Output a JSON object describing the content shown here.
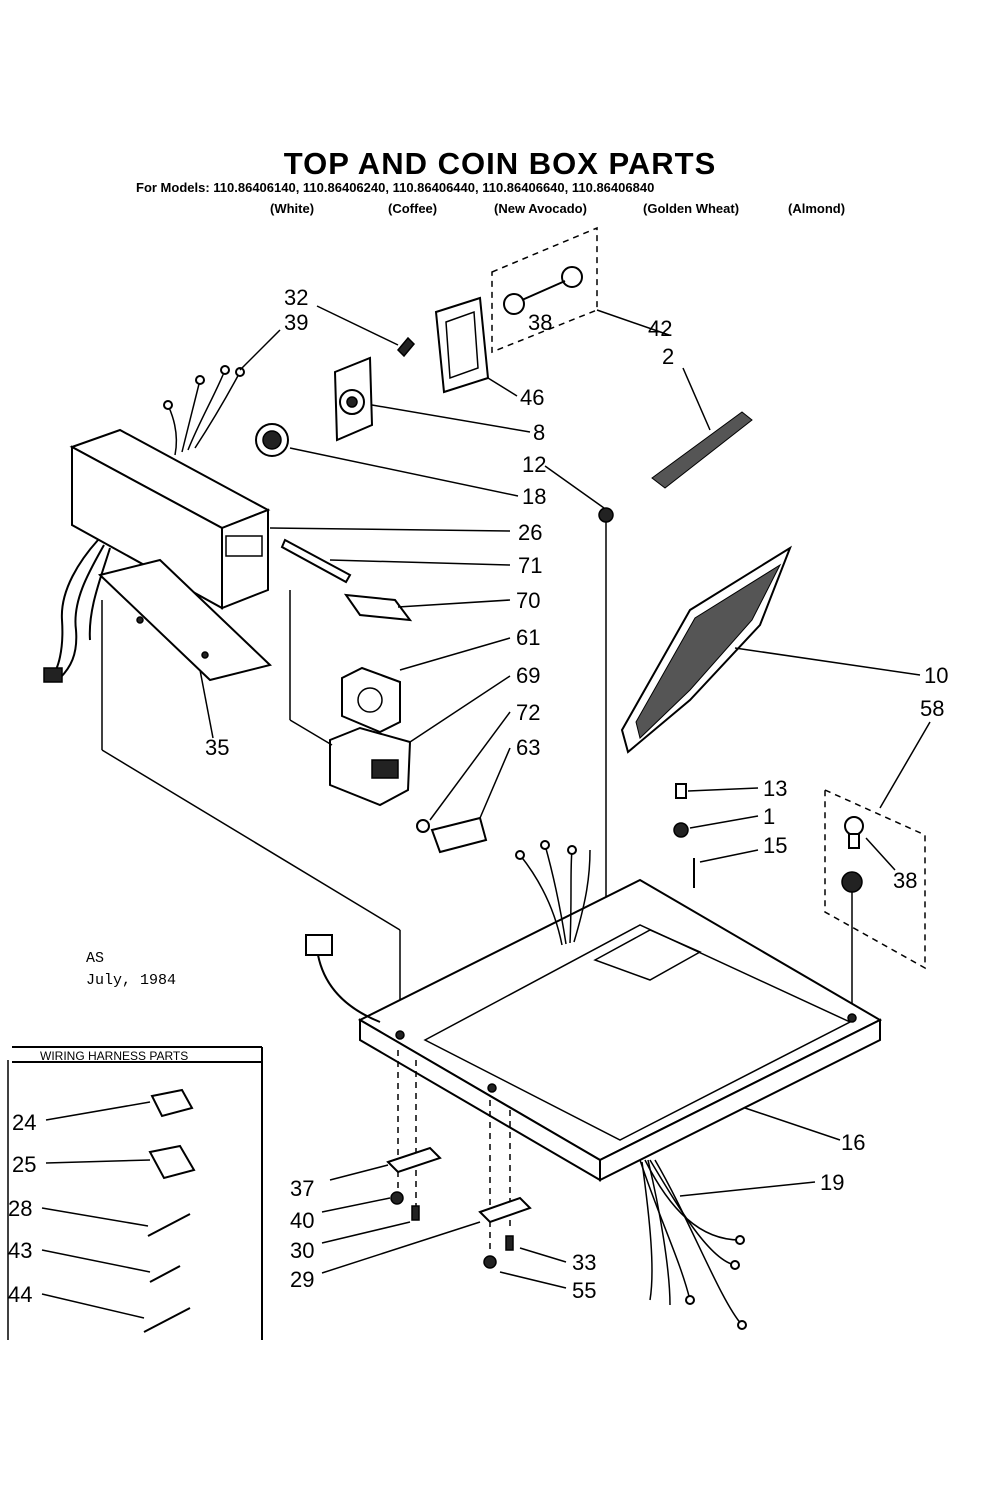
{
  "title": "TOP AND COIN BOX PARTS",
  "models_line": "For Models: 110.86406140, 110.86406240, 110.86406440, 110.86406640, 110.86406840",
  "colors": [
    "(White)",
    "(Coffee)",
    "(New Avocado)",
    "(Golden Wheat)",
    "(Almond)"
  ],
  "stamp": {
    "initials": "AS",
    "date": "July, 1984"
  },
  "wiring_harness_title": "WIRING HARNESS PARTS",
  "part_numbers": {
    "p1": "1",
    "p2": "2",
    "p8": "8",
    "p10": "10",
    "p12": "12",
    "p13": "13",
    "p15": "15",
    "p16": "16",
    "p18": "18",
    "p19": "19",
    "p24": "24",
    "p25": "25",
    "p26": "26",
    "p28": "28",
    "p29": "29",
    "p30": "30",
    "p32": "32",
    "p33": "33",
    "p35": "35",
    "p37": "37",
    "p38a": "38",
    "p38b": "38",
    "p39": "39",
    "p40": "40",
    "p42": "42",
    "p43": "43",
    "p44": "44",
    "p46": "46",
    "p55": "55",
    "p58": "58",
    "p61": "61",
    "p63": "63",
    "p69": "69",
    "p70": "70",
    "p71": "71",
    "p72": "72"
  }
}
